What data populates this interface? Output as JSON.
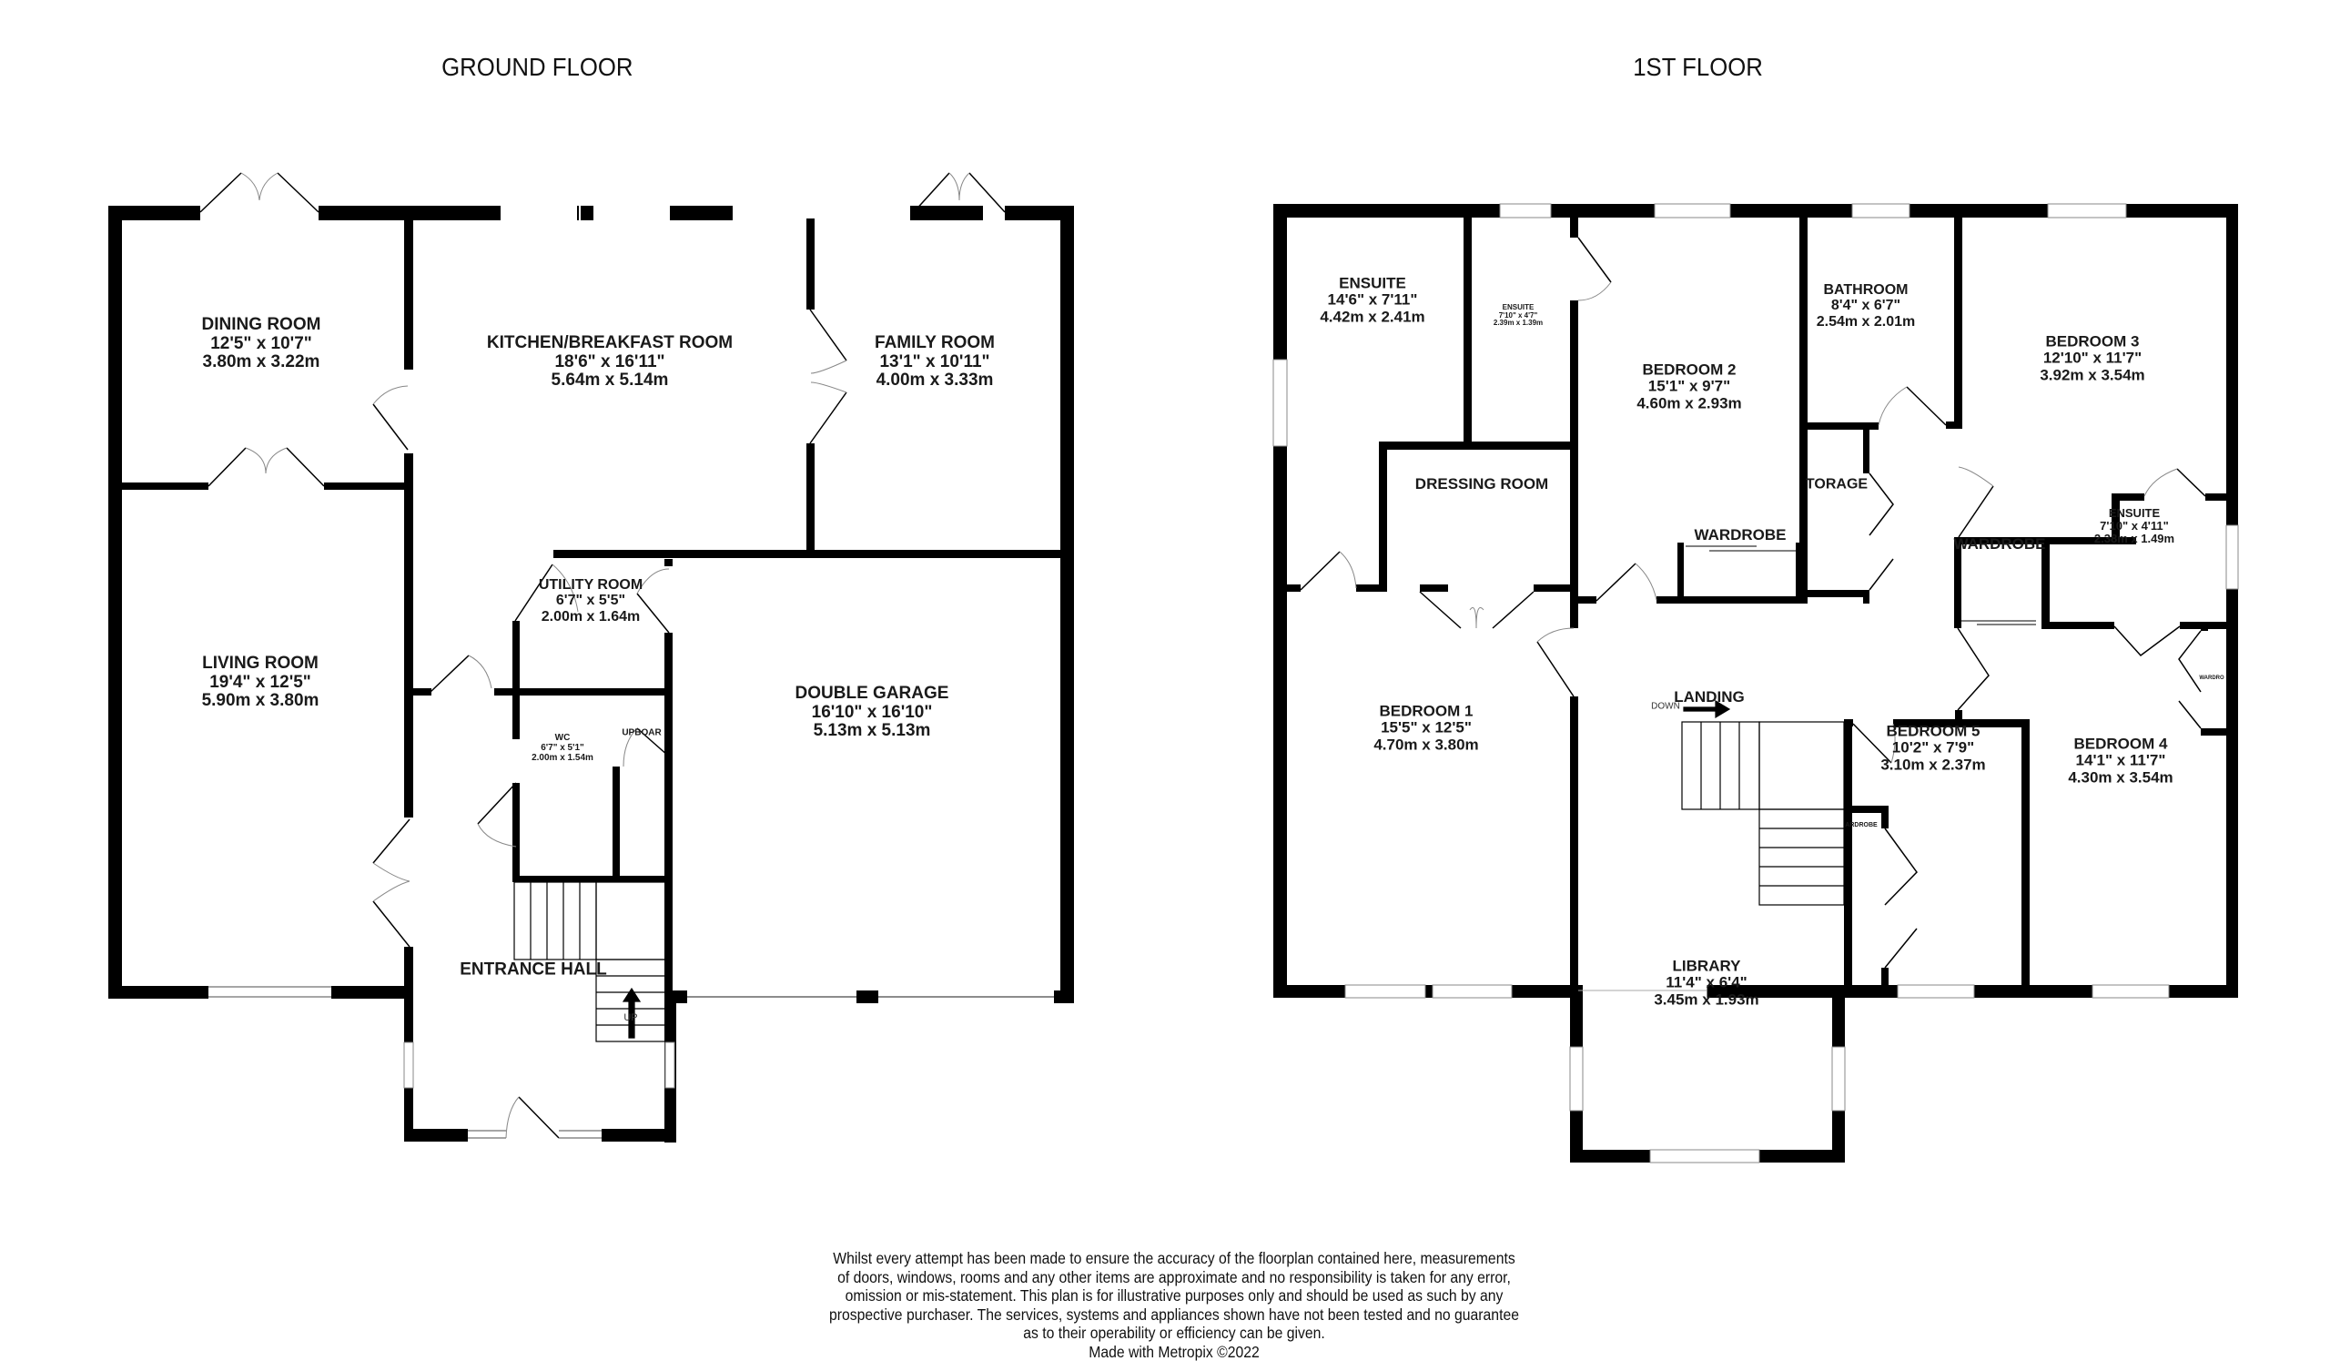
{
  "ground_floor": {
    "title": "GROUND FLOOR",
    "rooms": [
      {
        "name": "DINING ROOM",
        "imperial": "12'5\"  x 10'7\"",
        "metric": "3.80m  x 3.22m"
      },
      {
        "name": "KITCHEN/BREAKFAST ROOM",
        "imperial": "18'6\"  x 16'11\"",
        "metric": "5.64m  x 5.14m"
      },
      {
        "name": "FAMILY ROOM",
        "imperial": "13'1\"  x 10'11\"",
        "metric": "4.00m  x 3.33m"
      },
      {
        "name": "LIVING ROOM",
        "imperial": "19'4\"  x 12'5\"",
        "metric": "5.90m  x 3.80m"
      },
      {
        "name": "UTILITY ROOM",
        "imperial": "6'7\"  x 5'5\"",
        "metric": "2.00m  x 1.64m"
      },
      {
        "name": "WC",
        "imperial": "6'7\"  x 5'1\"",
        "metric": "2.00m  x 1.54m"
      },
      {
        "name": "UPBOAR"
      },
      {
        "name": "DOUBLE GARAGE",
        "imperial": "16'10\"  x 16'10\"",
        "metric": "5.13m  x 5.13m"
      },
      {
        "name": "ENTRANCE HALL"
      }
    ],
    "stairs_label": "UP"
  },
  "first_floor": {
    "title": "1ST FLOOR",
    "rooms": [
      {
        "name": "ENSUITE",
        "imperial": "14'6\"  x 7'11\"",
        "metric": "4.42m  x 2.41m"
      },
      {
        "name": "ENSUITE",
        "imperial": "7'10\"  x 4'7\"",
        "metric": "2.39m  x 1.39m"
      },
      {
        "name": "BEDROOM 2",
        "imperial": "15'1\"  x 9'7\"",
        "metric": "4.60m  x 2.93m"
      },
      {
        "name": "BATHROOM",
        "imperial": "8'4\"  x 6'7\"",
        "metric": "2.54m  x 2.01m"
      },
      {
        "name": "BEDROOM 3",
        "imperial": "12'10\"  x 11'7\"",
        "metric": "3.92m  x 3.54m"
      },
      {
        "name": "DRESSING ROOM"
      },
      {
        "name": "WARDROBE"
      },
      {
        "name": "TORAGE"
      },
      {
        "name": "WARDROBE"
      },
      {
        "name": "ENSUITE",
        "imperial": "7'10\"  x 4'11\"",
        "metric": "2.38m  x 1.49m"
      },
      {
        "name": "WARDRO"
      },
      {
        "name": "BEDROOM 1",
        "imperial": "15'5\"  x 12'5\"",
        "metric": "4.70m  x 3.80m"
      },
      {
        "name": "LANDING"
      },
      {
        "name": "BEDROOM 5",
        "imperial": "10'2\"  x 7'9\"",
        "metric": "3.10m  x 2.37m"
      },
      {
        "name": "ARDROBE"
      },
      {
        "name": "BEDROOM 4",
        "imperial": "14'1\"  x 11'7\"",
        "metric": "4.30m  x 3.54m"
      },
      {
        "name": "LIBRARY",
        "imperial": "11'4\"  x 6'4\"",
        "metric": "3.45m  x 1.93m"
      }
    ],
    "stairs_label": "DOWN"
  },
  "disclaimer": {
    "lines": [
      "Whilst every attempt has been made to ensure the accuracy of the floorplan contained here, measurements",
      "of doors, windows, rooms and any other items are approximate and no responsibility is taken for any error,",
      "omission or mis-statement. This plan is for illustrative purposes only and should be used as such by any",
      "prospective purchaser. The services, systems and appliances shown have not been tested and no guarantee",
      "as to their operability or efficiency can be given."
    ],
    "credit": "Made with Metropix ©2022"
  },
  "colors": {
    "wall": "#000000",
    "background": "#ffffff",
    "door_arc": "#888888",
    "window": "#999999"
  }
}
